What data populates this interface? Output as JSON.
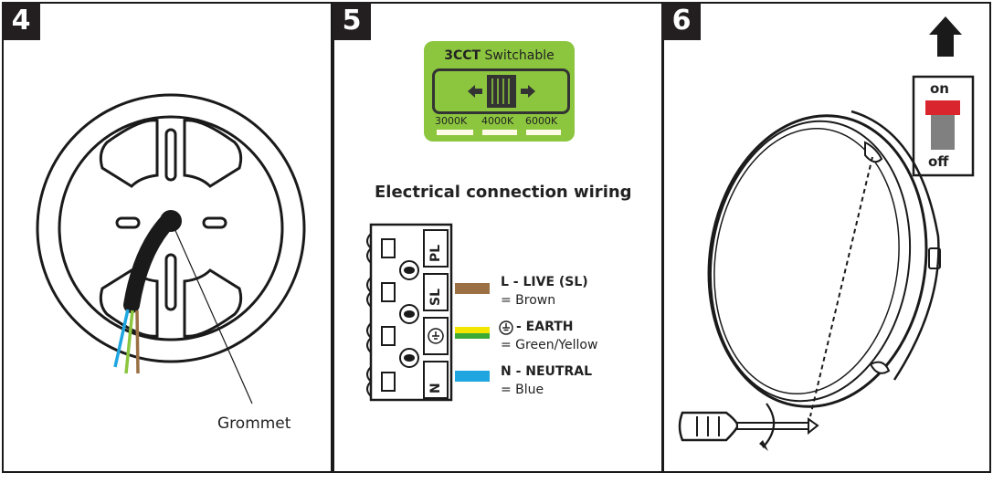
{
  "steps": {
    "step4": "4",
    "step5": "5",
    "step6": "6"
  },
  "panel4": {
    "grommet_label": "Grommet"
  },
  "panel5": {
    "cct_title_bold": "3CCT",
    "cct_title_rest": "Switchable",
    "temps": [
      "3000K",
      "4000K",
      "6000K"
    ],
    "wiring_title": "Electrical connection wiring",
    "terminals": [
      "PL",
      "SL",
      "N"
    ],
    "wires": [
      {
        "name": "L - LIVE (SL)",
        "desc": "= Brown",
        "color": "#9a7044"
      },
      {
        "name": "- EARTH",
        "desc": "= Green/Yellow",
        "color_top": "#f2e600",
        "color_bottom": "#3aa935"
      },
      {
        "name": "N - NEUTRAL",
        "desc": "= Blue",
        "color": "#1fa6e0"
      }
    ],
    "switch_bg": "#8cc63f"
  },
  "panel6": {
    "on_label": "on",
    "off_label": "off",
    "switch_on_color": "#d9262e"
  }
}
